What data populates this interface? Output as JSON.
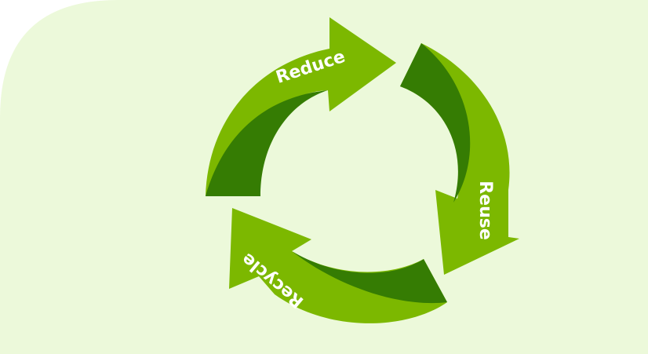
{
  "colors": {
    "background": "#ECF9DA",
    "arrow_light": "#7CB800",
    "arrow_dark": "#357C03",
    "label": "#FFFFFF"
  },
  "cycle": {
    "stages": [
      {
        "id": "reduce",
        "label": "Reduce"
      },
      {
        "id": "reuse",
        "label": "Reuse"
      },
      {
        "id": "recycle",
        "label": "Recycle"
      }
    ]
  }
}
